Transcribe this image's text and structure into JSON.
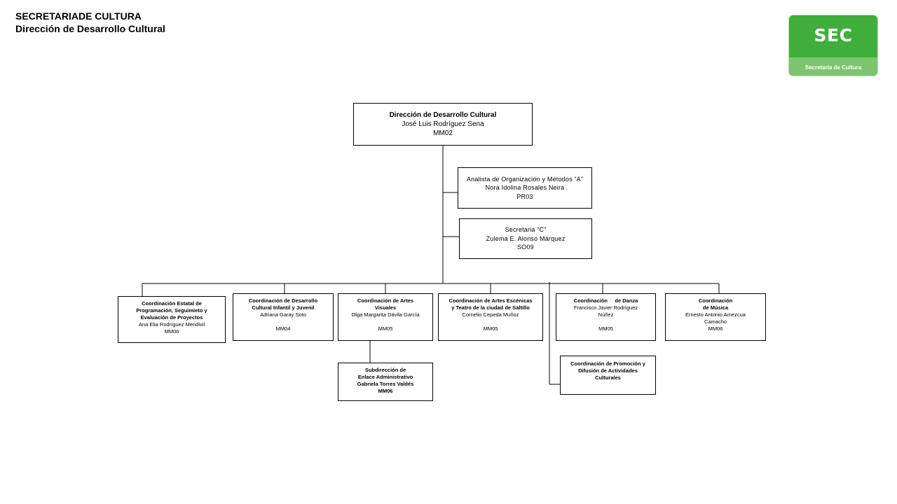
{
  "header": {
    "line1": "SECRETARIADE CULTURA",
    "line2": "Dirección de Desarrollo Cultural"
  },
  "logo": {
    "mark": "SEC",
    "caption": "Secretaria de Cultura",
    "color": "#3fae3b",
    "band_color": "#7ec46e"
  },
  "top": {
    "title": "Dirección  de Desarrollo Cultural",
    "name": "José Luis Rodríguez Sena",
    "code": "MM02"
  },
  "staff": [
    {
      "title": "Analista de Organización y Métodos “A”",
      "name": "Nora Idolina Rosales Neira",
      "code": "PR03"
    },
    {
      "title": "Secretaria “C”",
      "name": "Zulema E. Alonso Márquez",
      "code": "SO09"
    }
  ],
  "coordinations": [
    {
      "title1": "Coordinación  Estatal  de",
      "title2": "Programación,  Seguimieto  y",
      "title3": "Evaluación  de Proyectos",
      "name": "Ana Elia Rodríguez Mendivil",
      "code": "MM06"
    },
    {
      "title1": "Coordinación  de  Desarrollo",
      "title2": "Cultural Infantil y Juvenil",
      "name": "Adriana  Garay Soto",
      "code": "MM04"
    },
    {
      "title1": "Coordinación  de Artes",
      "title2": "Visuales",
      "name": "Olga Margarita  Dávila García",
      "code": "MM05"
    },
    {
      "title1": "Coordinación  de  Artes Escénicas",
      "title2": "y Teatro de la ciudad de Saltillo",
      "name": "Cornelio Cepeda Muñoz",
      "code": "MM05"
    },
    {
      "title1": "Coordinación     de Danza",
      "name1": "Francisco Javier Rodríguez",
      "name2": "Núñez",
      "code": "MM05"
    },
    {
      "title1": "Coordinación",
      "title2": "de Música",
      "name1": "Ernesto Antonio Amezcua",
      "name2": "Camacho",
      "code": "MM06"
    }
  ],
  "subdireccion": {
    "line1": "Subdirección  de",
    "line2": "Enlace Administrativo",
    "line3": "Gabriela Torres Valdés",
    "line4": "MM06"
  },
  "promocion": {
    "line1": "Coordinación  de Promoción  y",
    "line2": "Difusión de Actividades",
    "line3": "Culturales"
  }
}
